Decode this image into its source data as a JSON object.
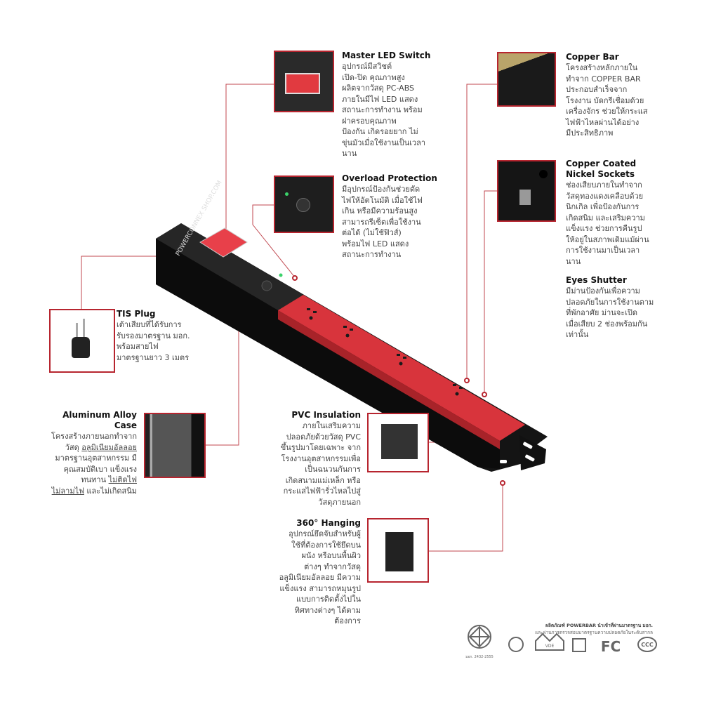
{
  "features": {
    "master_switch": {
      "title": "Master LED Switch",
      "lines": [
        "อุปกรณ์มีสวิชต์",
        "เปิด-ปิด  คุณภาพสูง",
        "ผลิตจากวัสดุ PC-ABS",
        "ภายในมีไฟ LED แสดง",
        "สถานะการทำงาน พร้อม",
        "ฝาครอบคุณภาพ",
        "ป้องกัน เกิดรอยยาก ไม่",
        "ขุ่นมัวเมื่อใช้งานเป็นเวลา",
        "นาน"
      ]
    },
    "overload": {
      "title": "Overload Protection",
      "lines": [
        "มีอุปกรณ์ป้องกันช่วยตัด",
        "ไฟให้อัตโนมัติ เมื่อใช้ไฟ",
        "เกิน หรือมีความร้อนสูง",
        "สามารถรีเซ็ตเพื่อใช้งาน",
        "ต่อได้ (ไม่ใช้ฟิวส์)",
        "พร้อมไฟ LED แสดง",
        "สถานะการทำงาน"
      ]
    },
    "copper_bar": {
      "title": "Copper Bar",
      "lines": [
        "โครงสร้างหลักภายใน",
        "ทำจาก COPPER BAR",
        "ประกอบสำเร็จจาก",
        "โรงงาน บัดกรีเชื่อมด้วย",
        "เครื่องจักร ช่วยให้กระแส",
        "ไฟฟ้าไหลผ่านได้อย่าง",
        "มีประสิทธิภาพ"
      ]
    },
    "copper_nickel": {
      "title": "Copper Coated",
      "title2": "Nickel Sockets",
      "lines": [
        "ช่องเสียบภายในทำจาก",
        "วัสดุทองแดงเคลือบด้วย",
        "นิกเกิล เพื่อป้องกันการ",
        "เกิดสนิม และเสริมความ",
        "แข็งแรง ช่วยการคืนรูป",
        "ให้อยู่ในสภาพเดิมแม้ผ่าน",
        "การใช้งานมาเป็นเวลา",
        "นาน"
      ]
    },
    "eyes_shutter": {
      "title": "Eyes Shutter",
      "lines": [
        "มีม่านป้องกันเพื่อความ",
        "ปลอดภัยในการใช้งานตาม",
        "ที่พักอาศัย ม่านจะเปิด",
        "เมื่อเสียบ 2 ช่องพร้อมกัน",
        "เท่านั้น"
      ]
    },
    "tis_plug": {
      "title": "TIS Plug",
      "lines": [
        "เต้าเสียบที่ได้รับการ",
        "รับรองมาตรฐาน มอก.",
        "พร้อมสายไฟ",
        "มาตรฐานยาว 3 เมตร"
      ]
    },
    "aluminum": {
      "title": "Aluminum Alloy",
      "title2": "Case",
      "lines": [
        "โครงสร้างภายนอกทำจาก"
      ],
      "line2_pre": "วัสดุ ",
      "line2_u": "อลูมิเนียมอัลลอย",
      "lines_b": [
        "มาตรฐานอุตสาหกรรม มี",
        "คุณสมบัติเบา แข็งแรง"
      ],
      "line5_pre": "ทนทาน ",
      "line5_u": "ไม่ติดไฟ",
      "line6_u": "ไม่ลามไฟ",
      "line6_post": " และไม่เกิดสนิม"
    },
    "pvc": {
      "title": "PVC Insulation",
      "lines": [
        "ภายในเสริมความ",
        "ปลอดภัยด้วยวัสดุ PVC",
        "ขึ้นรูปมาโดยเฉพาะ จาก",
        "โรงงานอุตสาหกรรมเพื่อ",
        "เป็นฉนวนกันการ",
        "เกิดสนามแม่เหล็ก หรือ",
        "กระแสไฟฟ้ารั่วไหลไปสู่",
        "วัสดุภายนอก"
      ]
    },
    "hanging": {
      "title": "360° Hanging",
      "lines": [
        "อุปกรณ์ยึดจับสำหรับผู้",
        "ใช้ที่ต้องการใช้ยึดบน",
        "ผนัง หรือบนพื้นผิว",
        "ต่างๆ ทำจากวัสดุ",
        "อลูมิเนียมอัลลอย มีความ",
        "แข็งแรง สามารถหมุนรูป",
        "แบบการติดตั้งไปใน",
        "ทิศทางต่างๆ ได้ตาม",
        "ต้องการ"
      ]
    }
  },
  "certification": {
    "line1": "ผลิตภัณฑ์ POWERBAR นำเข้าที่ผ่านมาตรฐาน มอก.",
    "line2": "และผ่านการตรวจสอบมาตรฐานความปลอดภัยในระดับสากล",
    "tis_number": "มอก. 2432-2555",
    "logos": [
      "tis-mark",
      "sgs-mark",
      "vde-mark",
      "eei-mark",
      "fc-mark",
      "ccc-mark"
    ],
    "fc": "FC",
    "ccc": "CCC",
    "vde": "VDE"
  },
  "watermark": "POWERCONNEX SHOP.COM",
  "colors": {
    "accent": "#b7252f",
    "socket_red": "#d8343c",
    "body": "#1a1a1a"
  }
}
